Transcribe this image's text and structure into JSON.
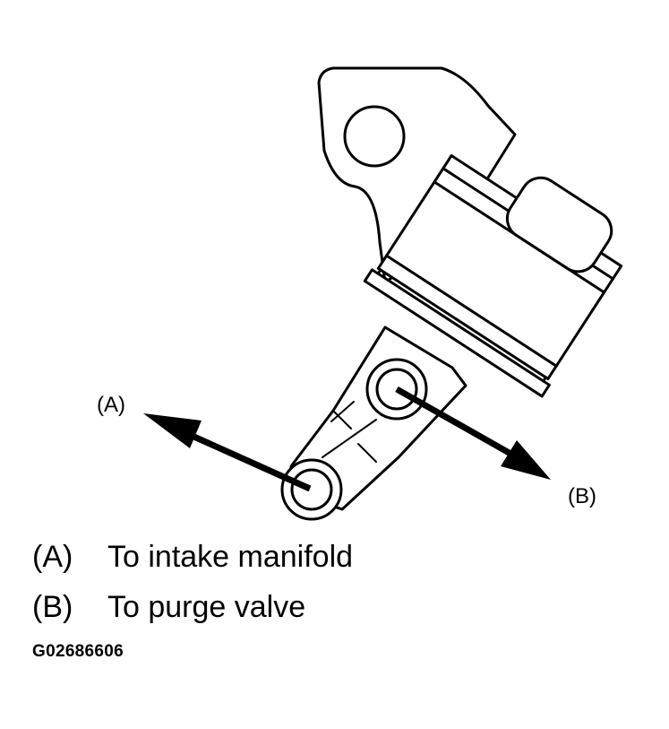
{
  "diagram": {
    "callouts": [
      {
        "key": "A",
        "label": "(A)"
      },
      {
        "key": "B",
        "label": "(B)"
      }
    ]
  },
  "legend": [
    {
      "key": "(A)",
      "text": "To intake manifold"
    },
    {
      "key": "(B)",
      "text": "To purge valve"
    }
  ],
  "figure_id": "G02686606"
}
